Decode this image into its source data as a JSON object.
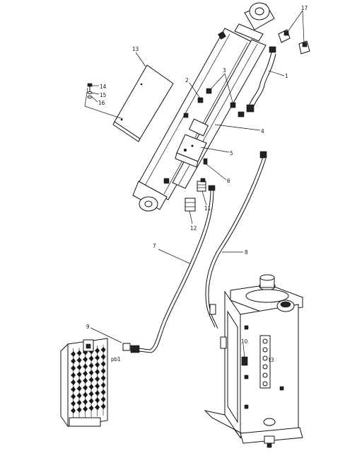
{
  "callouts": {
    "c1": "1",
    "c2": "2",
    "c3": "3",
    "c4": "4",
    "c5": "5",
    "c6": "6",
    "c7": "7",
    "c8": "8",
    "c9": "9",
    "c10": "10",
    "c11": "11",
    "c12": "12",
    "c13": "13",
    "c14": "14",
    "c15": "15",
    "c16": "16",
    "c17": "17",
    "t13": "t3",
    "pb1": "pb1"
  },
  "colors": {
    "ink": "#111111",
    "paper": "#ffffff"
  }
}
